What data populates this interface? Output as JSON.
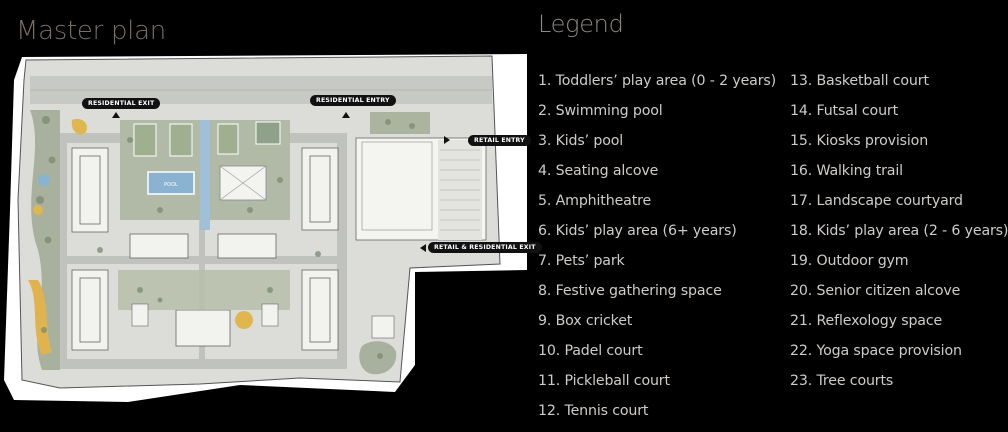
{
  "title": "Master plan",
  "legend": {
    "title": "Legend",
    "col1": [
      "1. Toddlers’ play area (0 - 2 years)",
      "2. Swimming pool",
      "3. Kids’ pool",
      "4. Seating alcove",
      "5. Amphitheatre",
      "6. Kids’ play area (6+ years)",
      "7. Pets’ park",
      "8. Festive gathering space",
      "9. Box cricket",
      "10. Padel court",
      "11. Pickleball court",
      "12. Tennis court"
    ],
    "col2": [
      "13. Basketball court",
      "14. Futsal court",
      "15. Kiosks provision",
      "16. Walking trail",
      "17. Landscape courtyard",
      "18. Kids’ play area (2 - 6 years)",
      "19. Outdoor gym",
      "20. Senior citizen alcove",
      "21. Reflexology space",
      "22. Yoga space provision",
      "23. Tree courts"
    ]
  },
  "map": {
    "labels": {
      "residential_exit": "RESIDENTIAL EXIT",
      "residential_entry": "RESIDENTIAL ENTRY",
      "retail_entry": "RETAIL ENTRY",
      "retail_residential_exit": "RETAIL & RESIDENTIAL EXIT",
      "pool_label": "POOL"
    },
    "colors": {
      "site": "#d9dad5",
      "road": "#c2c4bf",
      "green": "#a9b39e",
      "tree": "#6f7e66",
      "building": "#f1f1ee",
      "pool": "#8ab2d1",
      "play": "#e0b64e"
    }
  }
}
